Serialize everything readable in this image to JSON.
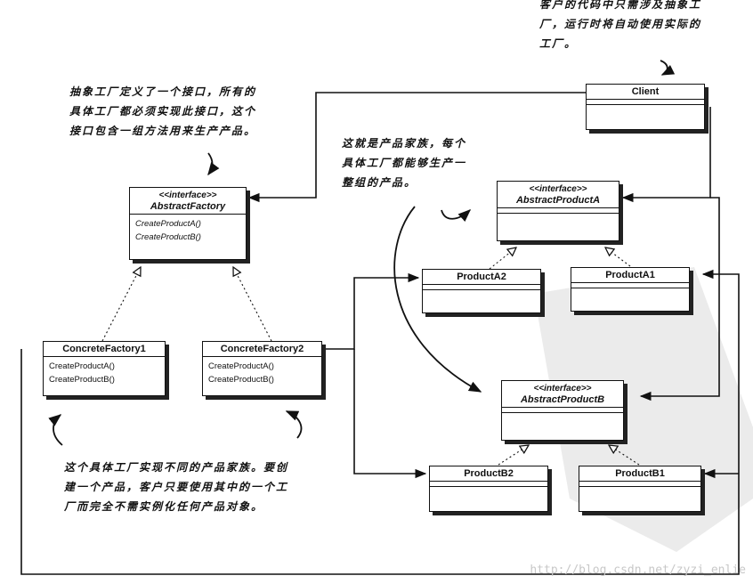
{
  "diagram": {
    "abstract_factory": {
      "stereotype": "<<interface>>",
      "name": "AbstractFactory",
      "operations": [
        "CreateProductA()",
        "CreateProductB()"
      ]
    },
    "concrete_factory_1": {
      "name": "ConcreteFactory1",
      "operations": [
        "CreateProductA()",
        "CreateProductB()"
      ]
    },
    "concrete_factory_2": {
      "name": "ConcreteFactory2",
      "operations": [
        "CreateProductA()",
        "CreateProductB()"
      ]
    },
    "client": {
      "name": "Client"
    },
    "abstract_product_a": {
      "stereotype": "<<interface>>",
      "name": "AbstractProductA"
    },
    "abstract_product_b": {
      "stereotype": "<<interface>>",
      "name": "AbstractProductB"
    },
    "product_a1": {
      "name": "ProductA1"
    },
    "product_a2": {
      "name": "ProductA2"
    },
    "product_b1": {
      "name": "ProductB1"
    },
    "product_b2": {
      "name": "ProductB2"
    }
  },
  "notes": {
    "client_note": [
      "客户的代码中只需涉及抽象工",
      "厂，运行时将自动使用实际的",
      "工厂。"
    ],
    "factory_note": [
      "抽象工厂定义了一个接口，所有的",
      "具体工厂都必须实现此接口，这个",
      "接口包含一组方法用来生产产品。"
    ],
    "family_note": [
      "这就是产品家族，每个",
      "具体工厂都能够生产一",
      "整组的产品。"
    ],
    "concrete_note": [
      "这个具体工厂实现不同的产品家族。要创",
      "建一个产品，客户只要使用其中的一个工",
      "厂而完全不需实例化任何产品对象。"
    ]
  },
  "watermark": "http://blog.csdn.net/zyzi_enlie",
  "colors": {
    "line": "#111111",
    "shadow": "#222222",
    "watermark": "#c8c8c8",
    "seal": "#d9d9d9"
  }
}
